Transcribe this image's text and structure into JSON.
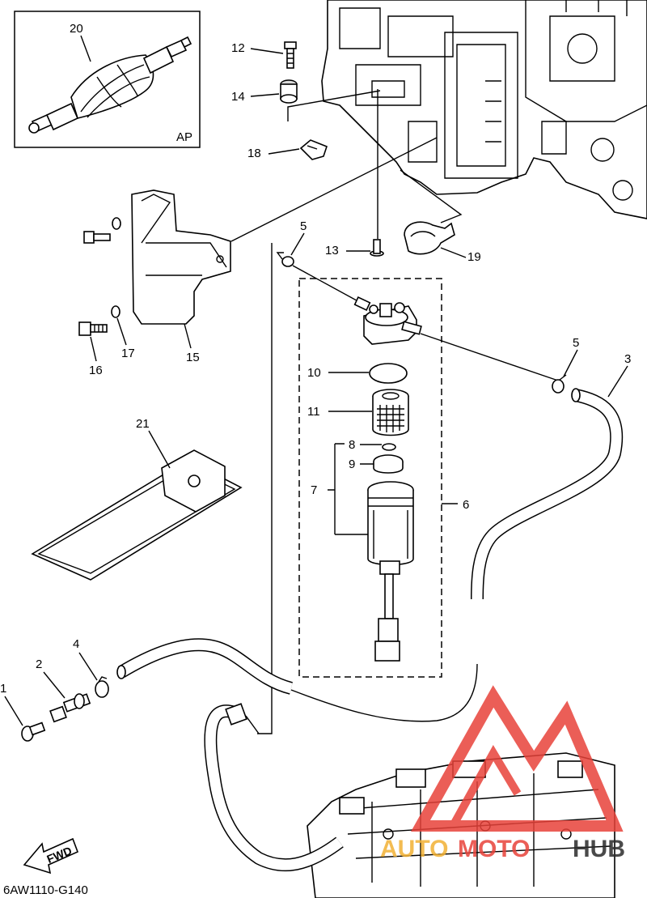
{
  "diagram": {
    "code": "6AW1110-G140",
    "inset_label": "AP",
    "fwd_label": "FWD",
    "part_numbers": {
      "p1": "1",
      "p2": "2",
      "p3": "3",
      "p4": "4",
      "p5a": "5",
      "p5b": "5",
      "p6": "6",
      "p7": "7",
      "p8": "8",
      "p9": "9",
      "p10": "10",
      "p11": "11",
      "p12": "12",
      "p13": "13",
      "p14": "14",
      "p15": "15",
      "p16": "16",
      "p17": "17",
      "p18": "18",
      "p19": "19",
      "p20": "20",
      "p21": "21"
    }
  },
  "watermark": {
    "text_left": "AUTO",
    "text_mid": "MOTO",
    "text_right": "HUB",
    "color_main": "#e8423a",
    "color_accent": "#f2b134",
    "color_dark": "#2b2b2b"
  }
}
